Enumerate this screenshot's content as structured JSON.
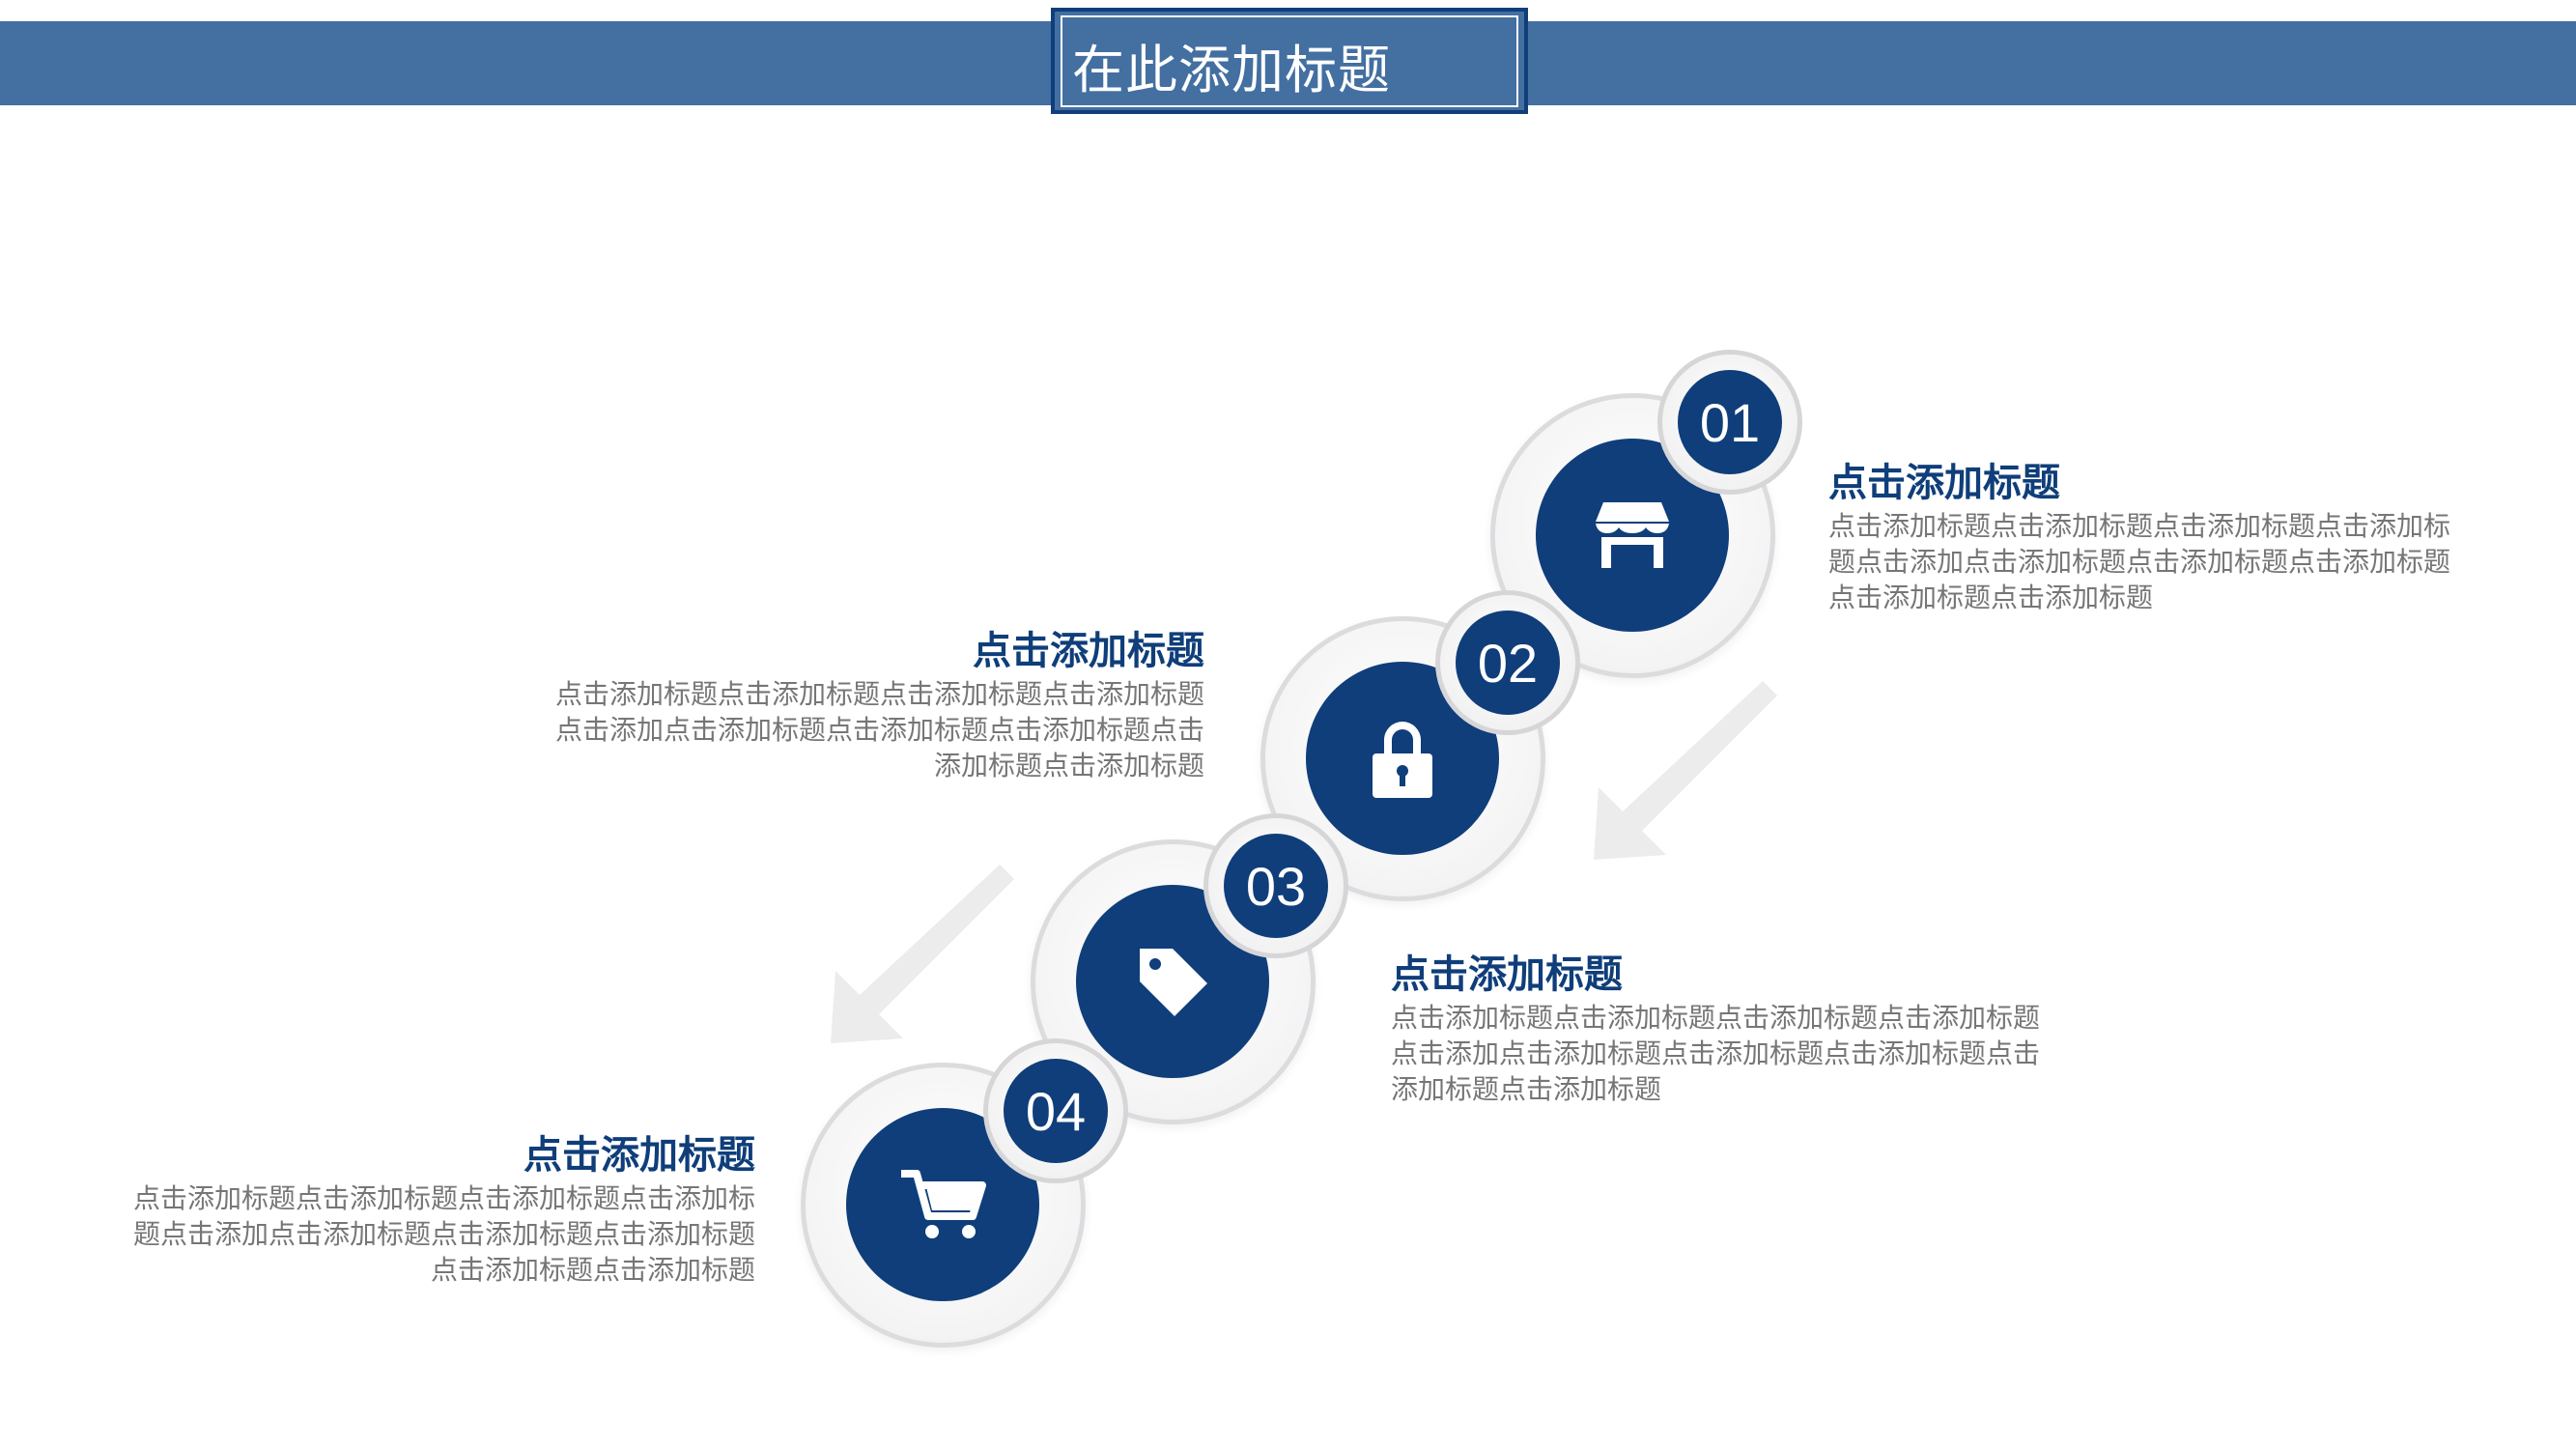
{
  "header": {
    "title": "在此添加标题"
  },
  "steps": [
    {
      "number": "01",
      "icon": "store-icon"
    },
    {
      "number": "02",
      "icon": "lock-icon"
    },
    {
      "number": "03",
      "icon": "tag-icon"
    },
    {
      "number": "04",
      "icon": "cart-icon"
    }
  ],
  "blocks": [
    {
      "title": "点击添加标题",
      "body": "点击添加标题点击添加标题点击添加标题点击添加标题点击添加点击添加标题点击添加标题点击添加标题点击添加标题点击添加标题"
    },
    {
      "title": "点击添加标题",
      "body": "点击添加标题点击添加标题点击添加标题点击添加标题点击添加点击添加标题点击添加标题点击添加标题点击添加标题点击添加标题"
    },
    {
      "title": "点击添加标题",
      "body": "点击添加标题点击添加标题点击添加标题点击添加标题点击添加点击添加标题点击添加标题点击添加标题点击添加标题点击添加标题"
    },
    {
      "title": "点击添加标题",
      "body": "点击添加标题点击添加标题点击添加标题点击添加标题点击添加点击添加标题点击添加标题点击添加标题点击添加标题点击添加标题"
    }
  ],
  "colors": {
    "primary": "#0f3e7a",
    "band": "#436fa1",
    "text": "#767676"
  }
}
